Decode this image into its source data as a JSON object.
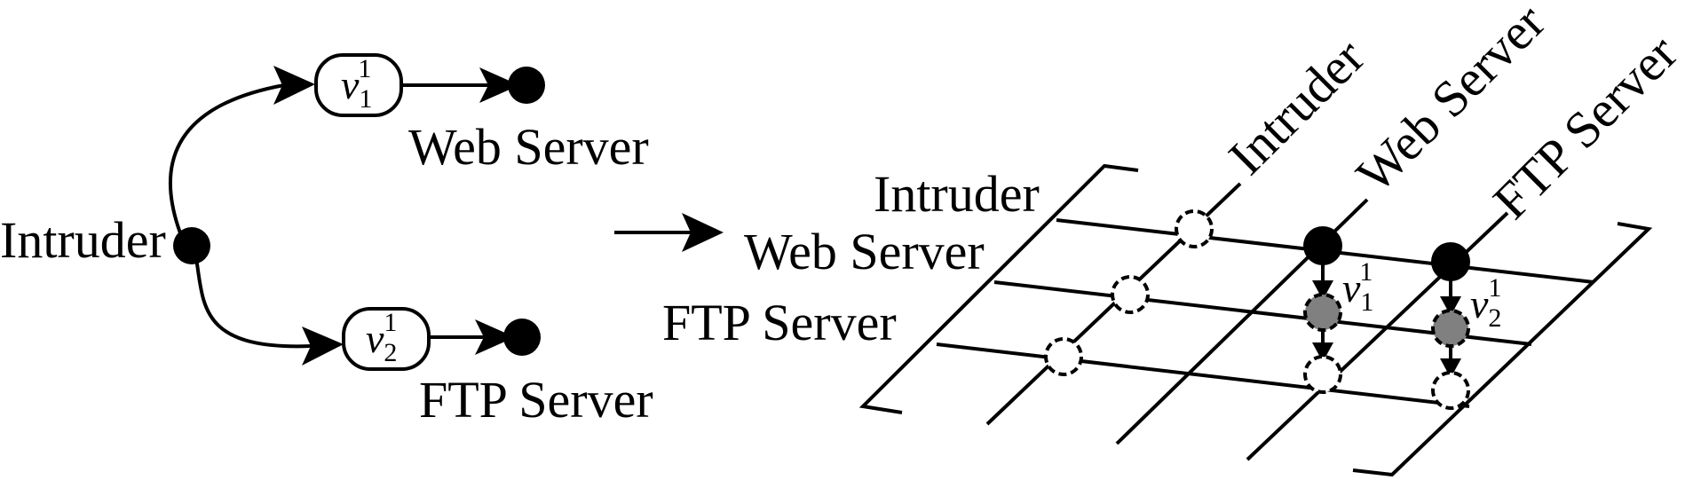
{
  "left_graph": {
    "nodes": {
      "intruder": "Intruder",
      "web_server": "Web Server",
      "ftp_server": "FTP Server"
    },
    "vuln1": {
      "base": "v",
      "sub": "1",
      "sup": "1"
    },
    "vuln2": {
      "base": "v",
      "sub": "2",
      "sup": "1"
    }
  },
  "matrix": {
    "row_labels": [
      "Intruder",
      "Web Server",
      "FTP Server"
    ],
    "col_labels": [
      "Intruder",
      "Web Server",
      "FTP Server"
    ],
    "vuln1": {
      "base": "v",
      "sub": "1",
      "sup": "1"
    },
    "vuln2": {
      "base": "v",
      "sub": "2",
      "sup": "1"
    }
  },
  "colors": {
    "ink": "#000000",
    "filled_node": "#000000",
    "exploited_node": "#808080",
    "background": "#ffffff"
  }
}
